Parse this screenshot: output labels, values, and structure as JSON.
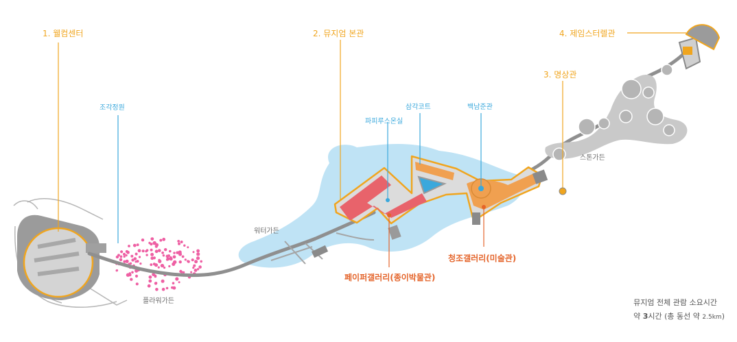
{
  "labels": {
    "welcome": "1. 웰컴센터",
    "museum": "2. 뮤지엄 본관",
    "meditation": "3. 명상관",
    "turrell": "4. 제임스터렐관",
    "sculpture_garden": "조각정원",
    "flower_garden": "플라워가든",
    "water_garden": "워터가든",
    "stone_garden": "스톤가든",
    "papyrus_room": "파피루스온실",
    "triangle_court": "삼각코트",
    "paik_namjune": "백남준관",
    "paper_gallery": "페이퍼갤러리(종이박물관)",
    "cheongjo_gallery": "청조갤러리(미술관)"
  },
  "note": {
    "line1": "뮤지엄 전체 관람 소요시간",
    "line2_prefix": "약 ",
    "line2_hours": "3",
    "line2_mid": "시간 (총 동선 약 ",
    "line2_dist": "2.5km",
    "line2_suffix": ")"
  },
  "colors": {
    "orange": "#F0A51E",
    "blue": "#3AA8DC",
    "red_label": "#E4642A",
    "water": "#BFE3F5",
    "flowers": "#EE5FA3",
    "building_red": "#E8636B",
    "building_orange": "#F0A050",
    "path": "#8f8f8f",
    "stone": "#c9c9c9"
  }
}
